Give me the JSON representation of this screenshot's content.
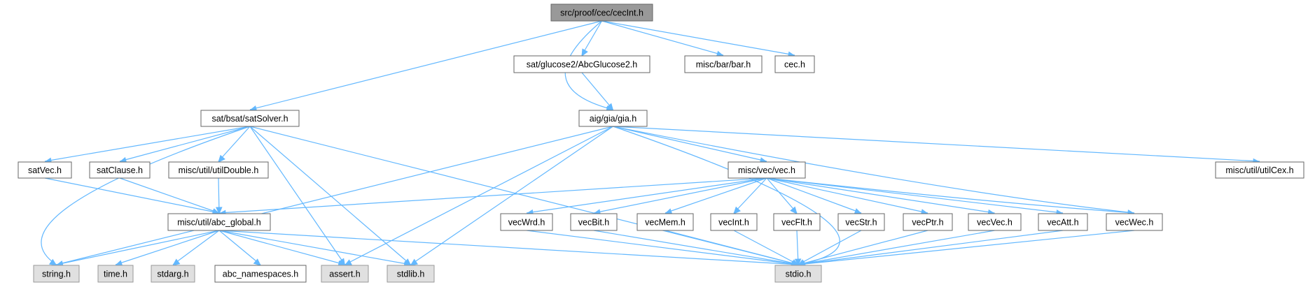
{
  "nodes": [
    {
      "id": "cecint",
      "label": "src/proof/cec/cecInt.h",
      "kind": "root"
    },
    {
      "id": "satsolver",
      "label": "sat/bsat/satSolver.h",
      "kind": "normal"
    },
    {
      "id": "glucose",
      "label": "sat/glucose2/AbcGlucose2.h",
      "kind": "normal"
    },
    {
      "id": "gia",
      "label": "aig/gia/gia.h",
      "kind": "normal"
    },
    {
      "id": "bar",
      "label": "misc/bar/bar.h",
      "kind": "normal"
    },
    {
      "id": "cec",
      "label": "cec.h",
      "kind": "normal"
    },
    {
      "id": "satvec",
      "label": "satVec.h",
      "kind": "normal"
    },
    {
      "id": "satclause",
      "label": "satClause.h",
      "kind": "normal"
    },
    {
      "id": "utildouble",
      "label": "misc/util/utilDouble.h",
      "kind": "normal"
    },
    {
      "id": "vec",
      "label": "misc/vec/vec.h",
      "kind": "normal"
    },
    {
      "id": "utilcex",
      "label": "misc/util/utilCex.h",
      "kind": "normal"
    },
    {
      "id": "abcglobal",
      "label": "misc/util/abc_global.h",
      "kind": "normal"
    },
    {
      "id": "vecwrd",
      "label": "vecWrd.h",
      "kind": "normal"
    },
    {
      "id": "vecbit",
      "label": "vecBit.h",
      "kind": "normal"
    },
    {
      "id": "vecmem",
      "label": "vecMem.h",
      "kind": "normal"
    },
    {
      "id": "vecint",
      "label": "vecInt.h",
      "kind": "normal"
    },
    {
      "id": "vecflt",
      "label": "vecFlt.h",
      "kind": "normal"
    },
    {
      "id": "vecstr",
      "label": "vecStr.h",
      "kind": "normal"
    },
    {
      "id": "vecptr",
      "label": "vecPtr.h",
      "kind": "normal"
    },
    {
      "id": "vecvec",
      "label": "vecVec.h",
      "kind": "normal"
    },
    {
      "id": "vecatt",
      "label": "vecAtt.h",
      "kind": "normal"
    },
    {
      "id": "vecwec",
      "label": "vecWec.h",
      "kind": "normal"
    },
    {
      "id": "string",
      "label": "string.h",
      "kind": "system"
    },
    {
      "id": "time",
      "label": "time.h",
      "kind": "system"
    },
    {
      "id": "stdarg",
      "label": "stdarg.h",
      "kind": "system"
    },
    {
      "id": "abcns",
      "label": "abc_namespaces.h",
      "kind": "normal"
    },
    {
      "id": "assert",
      "label": "assert.h",
      "kind": "system"
    },
    {
      "id": "stdlib",
      "label": "stdlib.h",
      "kind": "system"
    },
    {
      "id": "stdio",
      "label": "stdio.h",
      "kind": "system"
    }
  ],
  "edges": [
    [
      "cecint",
      "satsolver"
    ],
    [
      "cecint",
      "glucose"
    ],
    [
      "cecint",
      "gia"
    ],
    [
      "cecint",
      "bar"
    ],
    [
      "cecint",
      "cec"
    ],
    [
      "glucose",
      "gia"
    ],
    [
      "satsolver",
      "string"
    ],
    [
      "satsolver",
      "satvec"
    ],
    [
      "satsolver",
      "satclause"
    ],
    [
      "satsolver",
      "utildouble"
    ],
    [
      "satsolver",
      "assert"
    ],
    [
      "satsolver",
      "stdlib"
    ],
    [
      "satsolver",
      "stdio"
    ],
    [
      "gia",
      "string"
    ],
    [
      "gia",
      "assert"
    ],
    [
      "gia",
      "stdlib"
    ],
    [
      "gia",
      "vec"
    ],
    [
      "gia",
      "vecwec"
    ],
    [
      "gia",
      "utilcex"
    ],
    [
      "gia",
      "stdio"
    ],
    [
      "satvec",
      "abcglobal"
    ],
    [
      "satclause",
      "abcglobal"
    ],
    [
      "utildouble",
      "abcglobal"
    ],
    [
      "vec",
      "abcglobal"
    ],
    [
      "vec",
      "vecwrd"
    ],
    [
      "vec",
      "vecbit"
    ],
    [
      "vec",
      "vecmem"
    ],
    [
      "vec",
      "vecint"
    ],
    [
      "vec",
      "vecflt"
    ],
    [
      "vec",
      "vecstr"
    ],
    [
      "vec",
      "vecptr"
    ],
    [
      "vec",
      "vecvec"
    ],
    [
      "vec",
      "vecatt"
    ],
    [
      "vec",
      "vecwec"
    ],
    [
      "abcglobal",
      "string"
    ],
    [
      "abcglobal",
      "time"
    ],
    [
      "abcglobal",
      "stdarg"
    ],
    [
      "abcglobal",
      "abcns"
    ],
    [
      "abcglobal",
      "assert"
    ],
    [
      "abcglobal",
      "stdlib"
    ],
    [
      "abcglobal",
      "stdio"
    ],
    [
      "vecwrd",
      "stdio"
    ],
    [
      "vecbit",
      "stdio"
    ],
    [
      "vecmem",
      "stdio"
    ],
    [
      "vecint",
      "stdio"
    ],
    [
      "vecflt",
      "stdio"
    ],
    [
      "vecstr",
      "stdio"
    ],
    [
      "vecptr",
      "stdio"
    ],
    [
      "vecvec",
      "stdio"
    ],
    [
      "vecatt",
      "stdio"
    ],
    [
      "vecwec",
      "stdio"
    ]
  ],
  "colors": {
    "edge": "#63b8ff",
    "node_border": "#666666",
    "root_fill": "#999999",
    "system_fill": "#e0e0e0"
  }
}
